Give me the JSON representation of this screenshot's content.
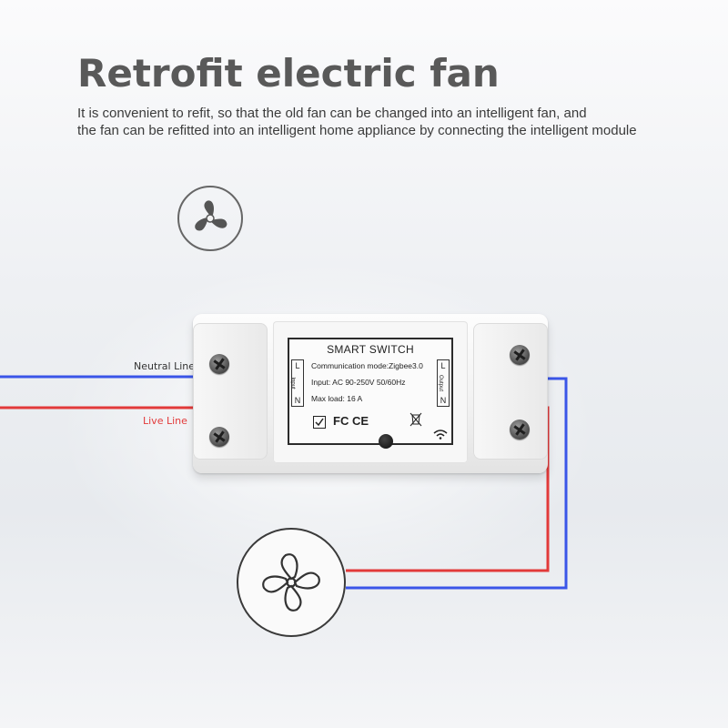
{
  "header": {
    "title": "Retrofit electric fan",
    "subtitle_line1": "It is convenient to refit, so that the old fan can be changed into an intelligent fan, and",
    "subtitle_line2": "the fan can be refitted into an intelligent home appliance by connecting the intelligent module"
  },
  "icons": {
    "top_fan": "fan-icon",
    "bottom_fan": "fan-icon",
    "wifi": "wifi-icon",
    "screw": "screw-icon"
  },
  "wires": {
    "neutral_label": "Neutral Line",
    "live_label": "Live Line",
    "neutral_color": "#3a55e8",
    "live_color": "#e23a3a"
  },
  "device": {
    "label_title": "SMART SWITCH",
    "line1": "Communication mode:Zigbee3.0",
    "line2": "Input: AC 90-250V 50/60Hz",
    "line3": "Max load: 16 A",
    "input_terminal": {
      "top": "L",
      "bottom": "N",
      "caption": "Input"
    },
    "output_terminal": {
      "top": "L",
      "bottom": "N",
      "caption": "Output"
    },
    "cert_marks": "FC CE"
  }
}
